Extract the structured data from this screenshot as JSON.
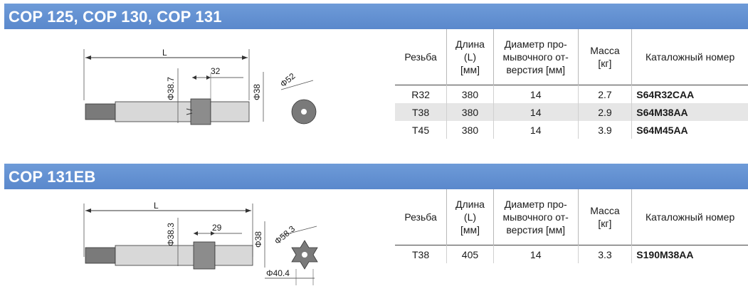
{
  "sections": [
    {
      "title": "COP 125, COP 130, COP 131",
      "drawing": {
        "length_label": "L",
        "dim_a": "Φ38.7",
        "dim_b": "32",
        "dim_c": "Φ38",
        "dim_d": "Φ52"
      },
      "table": {
        "headers": [
          "Резьба",
          "Длина (L) [мм]",
          "Диаметр промывочного отверстия [мм]",
          "Масса [кг]",
          "Каталожный номер"
        ],
        "rows": [
          [
            "R32",
            "380",
            "14",
            "2.7",
            "S64R32CAA"
          ],
          [
            "T38",
            "380",
            "14",
            "2.9",
            "S64M38AA"
          ],
          [
            "T45",
            "380",
            "14",
            "3.9",
            "S64M45AA"
          ]
        ]
      }
    },
    {
      "title": "COP 131EB",
      "drawing": {
        "length_label": "L",
        "dim_a": "Φ38.3",
        "dim_b": "29",
        "dim_c": "Φ38",
        "dim_d": "Φ58.3",
        "dim_e": "Φ40.4"
      },
      "table": {
        "headers": [
          "Резьба",
          "Длина (L) [мм]",
          "Диаметр промывочного отверстия [мм]",
          "Масса [кг]",
          "Каталожный номер"
        ],
        "rows": [
          [
            "T38",
            "405",
            "14",
            "3.3",
            "S190M38AA"
          ]
        ]
      }
    }
  ],
  "header_lines": {
    "length": [
      "Длина",
      "(L)",
      "[мм]"
    ],
    "flush": [
      "Диаметр про-",
      "мывочного от-",
      "верстия [мм]"
    ],
    "mass": [
      "Масса",
      "[кг]"
    ]
  }
}
